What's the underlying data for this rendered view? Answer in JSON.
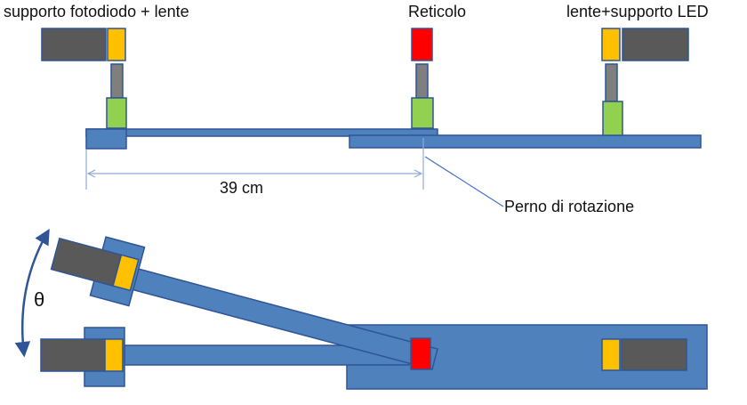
{
  "labels": {
    "photodiode_support": "supporto fotodiodo + lente",
    "grating": "Reticolo",
    "led_support": "lente+supporto LED",
    "distance": "39 cm",
    "pivot": "Perno di rotazione",
    "angle": "θ"
  },
  "colors": {
    "rail_fill": "#4f81bd",
    "rail_stroke": "#2f5597",
    "holder_dark": "#595959",
    "holder_dark_stroke": "#2f5597",
    "lens_yellow": "#ffc000",
    "grating_red": "#ff0000",
    "post_grey": "#7f7f7f",
    "base_green": "#92d050",
    "dimension_line": "#8faadc",
    "pointer_line": "#4472c4",
    "angle_arrow": "#2f5597"
  }
}
